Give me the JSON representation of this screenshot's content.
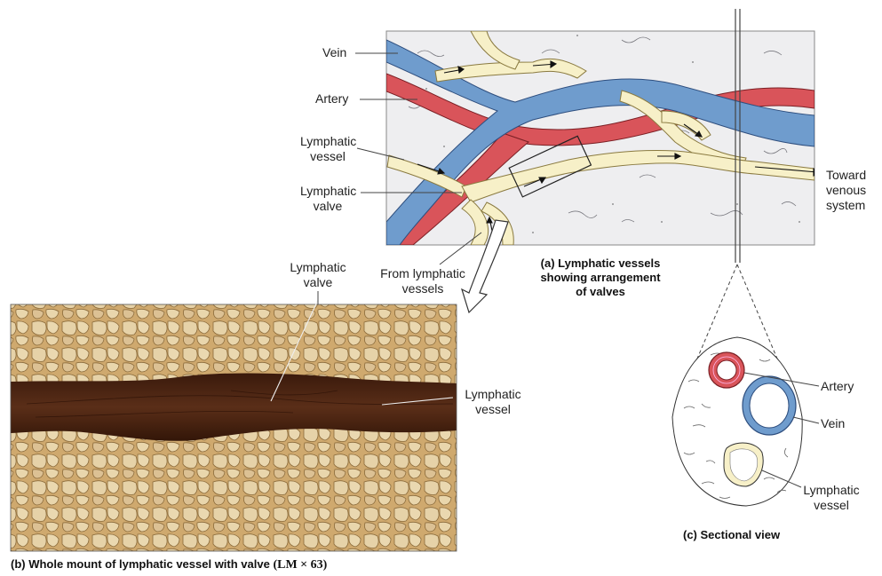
{
  "panel_a": {
    "labels": {
      "vein": "Vein",
      "artery": "Artery",
      "lymphatic_vessel": [
        "Lymphatic",
        "vessel"
      ],
      "lymphatic_valve": [
        "Lymphatic",
        "valve"
      ],
      "toward_venous_system": [
        "Toward",
        "venous",
        "system"
      ],
      "from_lymphatic_vessels": [
        "From lymphatic",
        "vessels"
      ]
    },
    "caption": [
      "(a) Lymphatic vessels",
      "showing arrangement",
      "of valves"
    ]
  },
  "panel_b": {
    "labels": {
      "lymphatic_valve": [
        "Lymphatic",
        "valve"
      ],
      "lymphatic_vessel": [
        "Lymphatic",
        "vessel"
      ]
    },
    "caption_prefix": "(b) Whole mount of lymphatic vessel with valve ",
    "caption_lm": "(LM × 63)"
  },
  "panel_c": {
    "labels": {
      "artery": "Artery",
      "vein": "Vein",
      "lymphatic_vessel": [
        "Lymphatic",
        "vessel"
      ]
    },
    "caption": "(c) Sectional view"
  },
  "colors": {
    "vein": "#6f9ccd",
    "artery": "#d9545a",
    "lymph": "#f7f0c8",
    "tissue": "#eeeef0",
    "photo_bg": "#c9a46a",
    "photo_vessel": "#4a2414"
  }
}
